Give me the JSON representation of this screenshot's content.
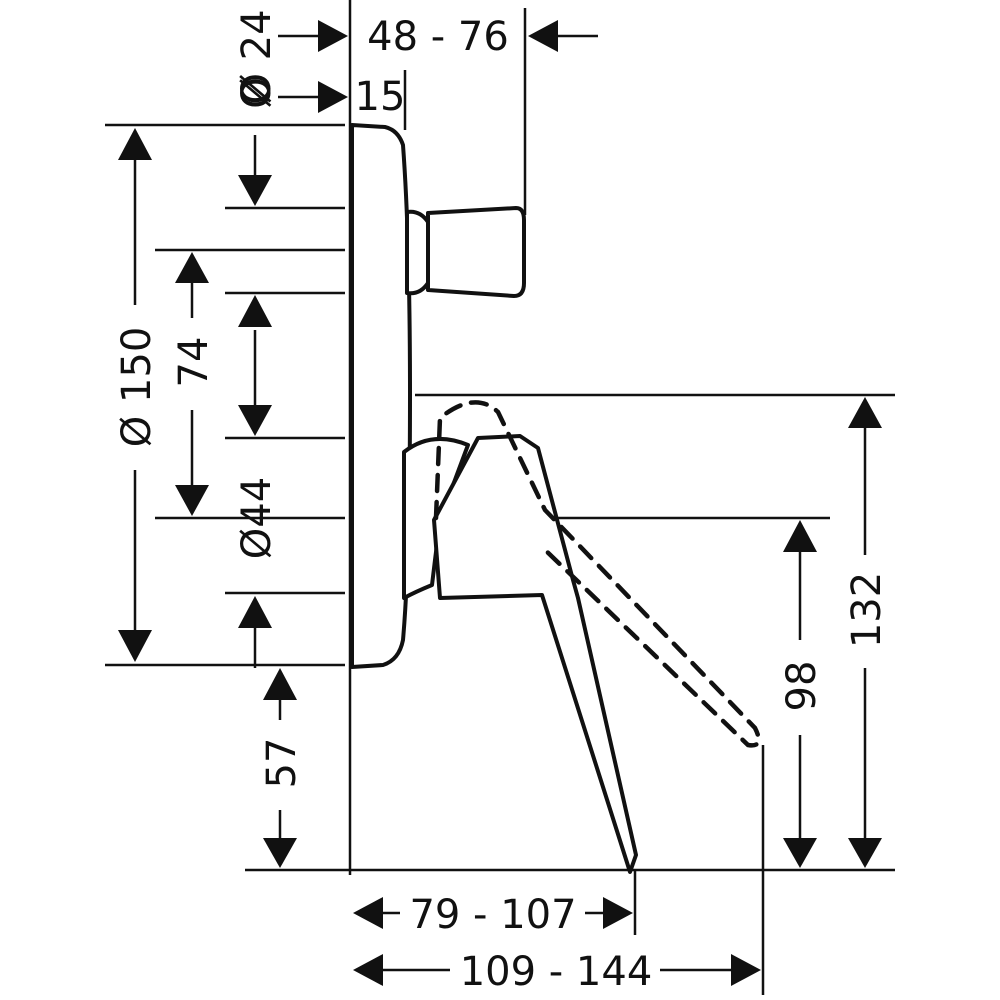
{
  "diagram": {
    "colors": {
      "ink": "#111111",
      "paper": "#ffffff"
    },
    "dimensions": {
      "d24": "Ø 24",
      "d15": "Ø",
      "range_48_76": "48 - 76",
      "v15": "15",
      "d150": "Ø 150",
      "v74": "74",
      "d44": "Ø44",
      "v57": "57",
      "v98": "98",
      "v132": "132",
      "range_79_107": "79 - 107",
      "range_109_144": "109 - 144"
    }
  }
}
